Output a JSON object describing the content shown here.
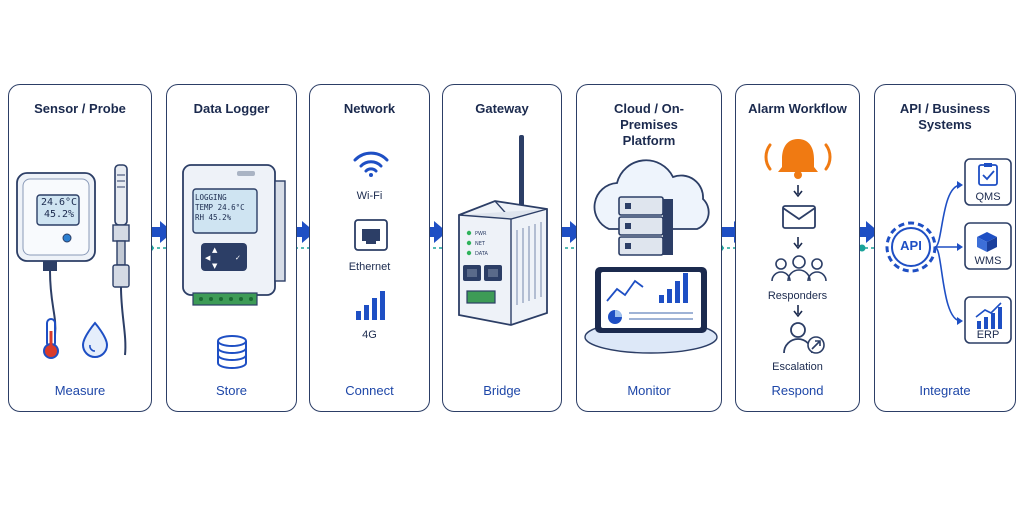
{
  "stages": [
    {
      "title": "Sensor / Probe",
      "footer": "Measure",
      "display": {
        "line1": "24.6°C",
        "line2": "45.2%"
      }
    },
    {
      "title": "Data Logger",
      "footer": "Store",
      "display": {
        "line1": "LOGGING",
        "line2": "TEMP 24.6°C",
        "line3": "RH    45.2%"
      }
    },
    {
      "title": "Network",
      "footer": "Connect",
      "items": [
        "Wi-Fi",
        "Ethernet",
        "4G"
      ]
    },
    {
      "title": "Gateway",
      "footer": "Bridge",
      "leds": [
        "PWR",
        "NET",
        "DATA"
      ]
    },
    {
      "title": "Cloud / On-Premises Platform",
      "footer": "Monitor"
    },
    {
      "title": "Alarm Workflow",
      "footer": "Respond",
      "items": [
        "Responders",
        "Escalation"
      ]
    },
    {
      "title": "API / Business Systems",
      "footer": "Integrate",
      "api_label": "API",
      "items": [
        "QMS",
        "WMS",
        "ERP"
      ]
    }
  ],
  "colors": {
    "border": "#2c3e66",
    "accent_blue": "#1e4fc4",
    "teal": "#1aa39a",
    "alarm_orange": "#f07a12",
    "dark_text": "#1b2a4e"
  },
  "icons": [
    "thermometer-icon",
    "water-drop-icon",
    "database-icon",
    "wifi-icon",
    "ethernet-icon",
    "signal-bars-icon",
    "bell-icon",
    "envelope-icon",
    "responders-icon",
    "escalation-icon",
    "gear-api-icon",
    "clipboard-icon",
    "boxes-icon",
    "growth-chart-icon"
  ]
}
